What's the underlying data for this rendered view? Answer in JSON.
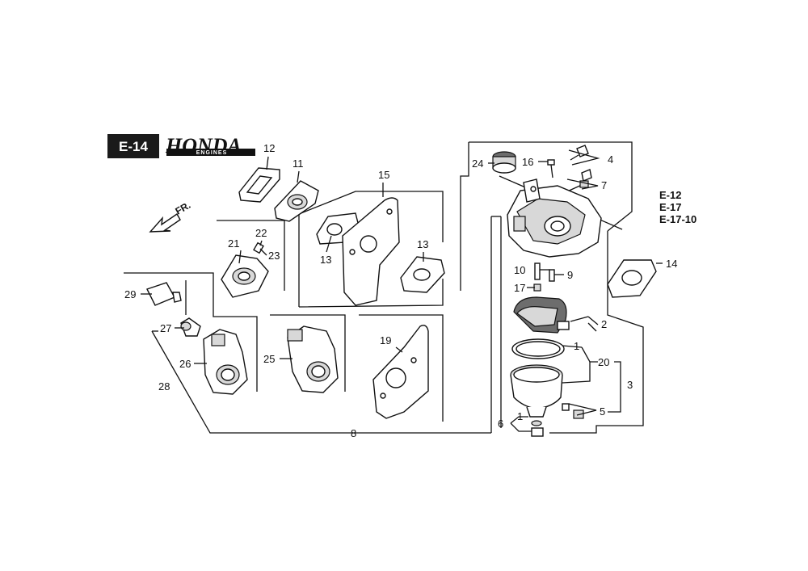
{
  "header": {
    "page_code": "E-14",
    "brand": "HONDA",
    "brand_sub": "ENGINES",
    "direction": "FR."
  },
  "references": [
    "E-12",
    "E-17",
    "E-17-10"
  ],
  "callouts": {
    "c1a": "1",
    "c1b": "1",
    "c2": "2",
    "c3": "3",
    "c4": "4",
    "c5": "5",
    "c6": "6",
    "c7": "7",
    "c8": "8",
    "c9": "9",
    "c10": "10",
    "c11": "11",
    "c12": "12",
    "c13a": "13",
    "c13b": "13",
    "c14": "14",
    "c15": "15",
    "c16": "16",
    "c17": "17",
    "c19": "19",
    "c20": "20",
    "c21": "21",
    "c22": "22",
    "c23": "23",
    "c24": "24",
    "c25": "25",
    "c26": "26",
    "c27": "27",
    "c28": "28",
    "c29": "29"
  },
  "colors": {
    "ink": "#111111",
    "badge": "#1a1a1a",
    "paper": "#ffffff"
  }
}
